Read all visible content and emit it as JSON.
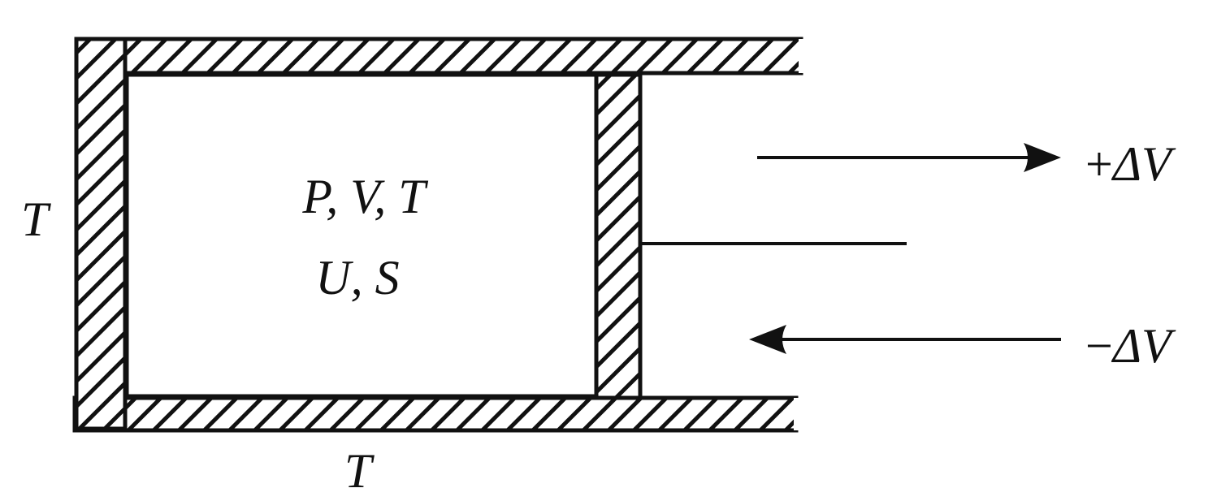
{
  "labels": {
    "left_temperature": "T",
    "bottom_temperature": "T",
    "state_line1": "P, V, T",
    "state_line2": "U, S",
    "expansion_sign": "+",
    "expansion_delta": "ΔV",
    "compression_sign": "−",
    "compression_delta": "ΔV"
  },
  "colors": {
    "ink": "#111111",
    "background": "#ffffff"
  }
}
